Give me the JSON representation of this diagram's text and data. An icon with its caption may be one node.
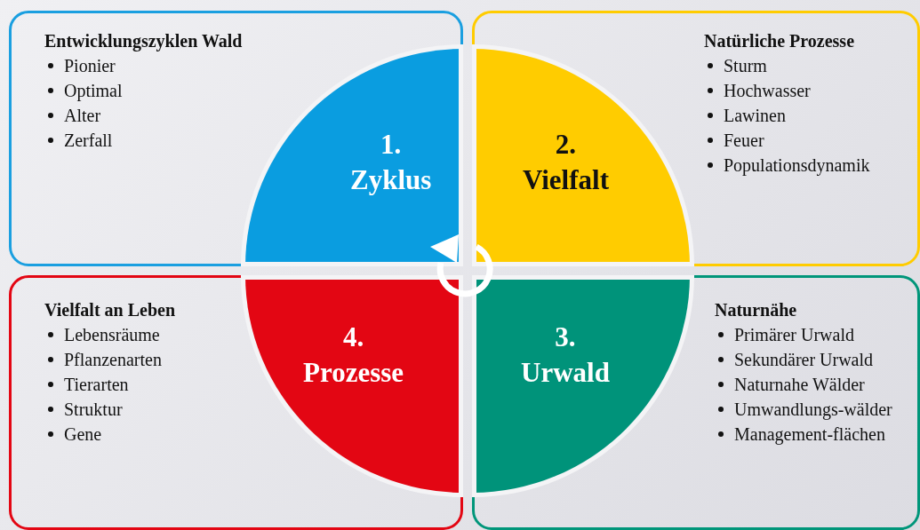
{
  "diagram": {
    "nodes": [
      {
        "text": [
          "Entwicklungszyklen Wald",
          "Pionier",
          "Optimal",
          "Alter",
          "Zerfall"
        ]
      },
      {
        "text": [
          "Natürliche Prozesse",
          "Sturm",
          "Hochwasser",
          "Lawinen",
          "Feuer",
          "Populationsdynamik"
        ]
      },
      {
        "text": [
          "1. Zyklus"
        ],
        "in": 0
      },
      {
        "text": [
          "2. Vielfalt"
        ],
        "in": 1
      },
      {
        "text": [
          "Vielfalt an Leben",
          "Lebensräume",
          "Pflanzenarten",
          "Tierarten",
          "Struktur",
          "Gene"
        ]
      },
      {
        "text": [
          "Naturnähe",
          "Primärer Urwald",
          "Sekundärer Urwald",
          "Naturnahe Wälder",
          "Umwandlungs-wälder",
          "Management-flächen"
        ]
      },
      {
        "text": [
          "4. Prozesse"
        ],
        "in": 4
      },
      {
        "text": [
          "3. Urwald"
        ],
        "in": 5
      }
    ]
  }
}
